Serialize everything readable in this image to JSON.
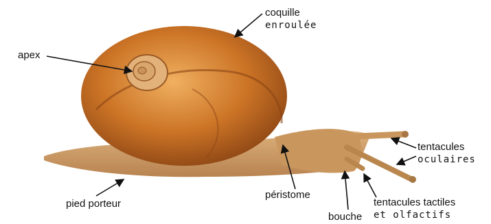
{
  "diagram": {
    "labels": {
      "coquille_line1": "coquille",
      "coquille_line2": "enroulée",
      "apex": "apex",
      "tentacules_ocu_line1": "tentacules",
      "tentacules_ocu_line2": "oculaires",
      "pied": "pied porteur",
      "peristome": "péristome",
      "bouche": "bouche",
      "tentacules_tac_line1": "tentacules tactiles",
      "tentacules_tac_line2": "et olfactifs"
    },
    "colors": {
      "shell": "#c8742a",
      "shell_dark": "#8a4414",
      "body": "#cfa06a",
      "arrow": "#111111"
    }
  }
}
